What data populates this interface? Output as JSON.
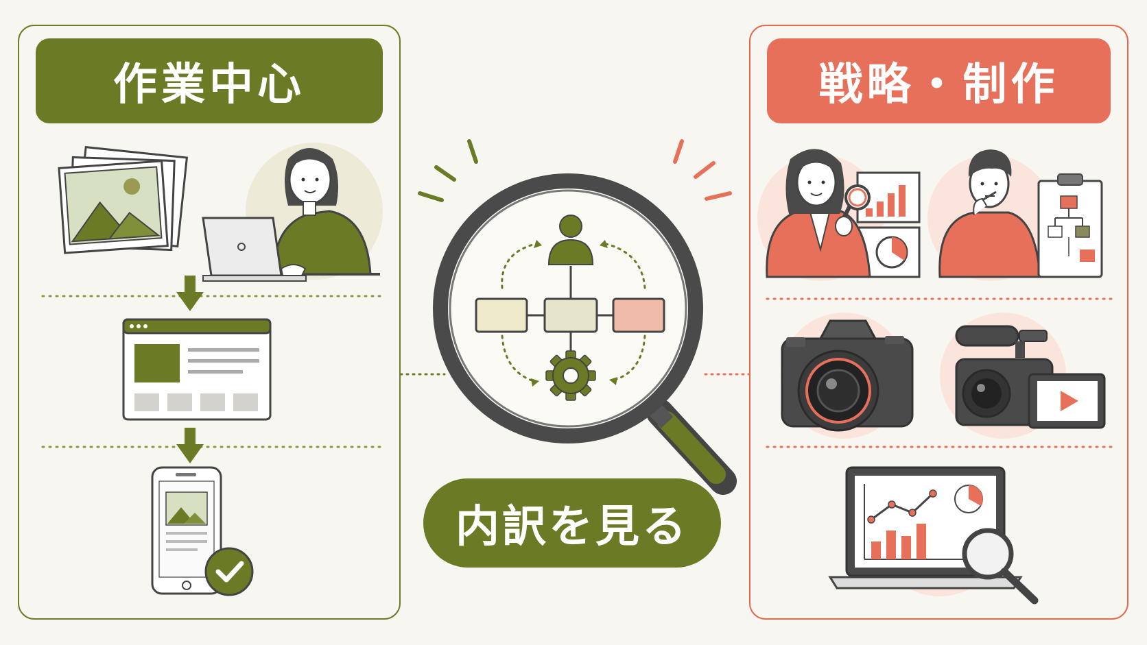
{
  "left_panel": {
    "title": "作業中心"
  },
  "right_panel": {
    "title": "戦略・制作"
  },
  "center": {
    "button_label": "内訳を見る"
  },
  "colors": {
    "olive": "#6a7a25",
    "coral": "#e6705a",
    "background": "#f8f6f0",
    "dark": "#4a4a4a"
  },
  "icons": [
    "photo-stack-icon",
    "woman-laptop-icon",
    "arrow-down-icon",
    "webpage-layout-icon",
    "smartphone-icon",
    "checkmark-badge-icon",
    "magnifying-glass-icon",
    "person-icon",
    "gear-icon",
    "flow-boxes-icon",
    "woman-analyst-icon",
    "man-planner-icon",
    "clipboard-flowchart-icon",
    "camera-icon",
    "video-camera-icon",
    "laptop-analytics-icon"
  ]
}
